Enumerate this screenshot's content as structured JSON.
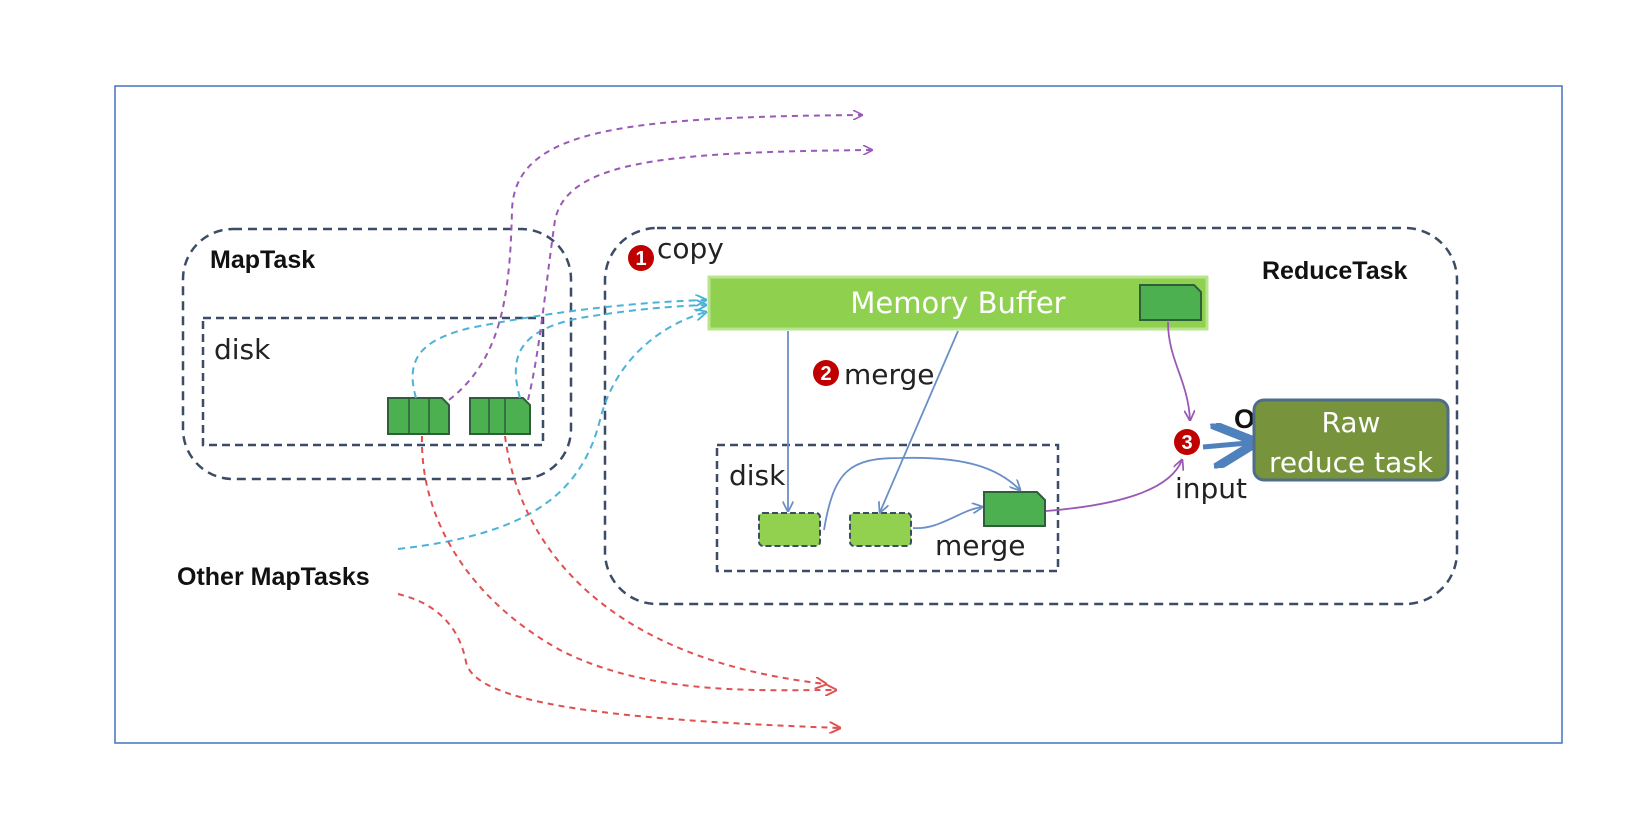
{
  "labels": {
    "map_task": "MapTask",
    "map_disk": "disk",
    "other_map_tasks": "Other MapTasks",
    "reduce_task": "ReduceTask",
    "copy": "copy",
    "memory_buffer": "Memory Buffer",
    "merge_step": "merge",
    "reduce_disk": "disk",
    "disk_merge": "merge",
    "or": "OR",
    "input": "input",
    "raw_line1": "Raw",
    "raw_line2": "reduce task"
  },
  "steps": [
    "1",
    "2",
    "3"
  ],
  "colors": {
    "frame": "#4472c4",
    "dashed_box": "#3b4d66",
    "buffer_green": "#8fd14f",
    "partition_green": "#4caf50",
    "disk_file_green": "#92d050",
    "raw_task_green": "#77933c",
    "step_red": "#c00000",
    "arrow_purple": "#9b59b6",
    "arrow_blue_dashed": "#4bb3d8",
    "arrow_red_dashed": "#e05050",
    "arrow_solid_blue": "#6a8fc7",
    "arrow_or": "#4f81bd"
  }
}
